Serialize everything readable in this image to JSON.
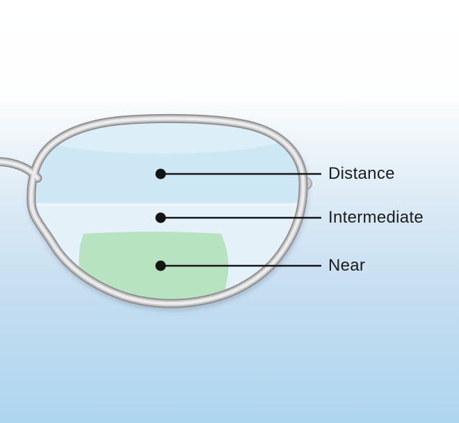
{
  "diagram": {
    "name": "progressive-lens-zones",
    "zones": [
      {
        "id": "distance",
        "label": "Distance",
        "color": "#cde7f4"
      },
      {
        "id": "intermediate",
        "label": "Intermediate",
        "color": "#e4f1f9"
      },
      {
        "id": "near",
        "label": "Near",
        "color": "#b7e3c1"
      }
    ],
    "colors": {
      "background_top": "#ffffff",
      "background_bottom": "#aed6ef",
      "frame_gray_dark": "#8f8f8f",
      "frame_gray_mid": "#c6c6c6",
      "frame_gray_light": "#ececec",
      "callout_black": "#141414",
      "label_text": "#1c1c1c",
      "zone_divider_highlight": "#eef6fb"
    }
  }
}
